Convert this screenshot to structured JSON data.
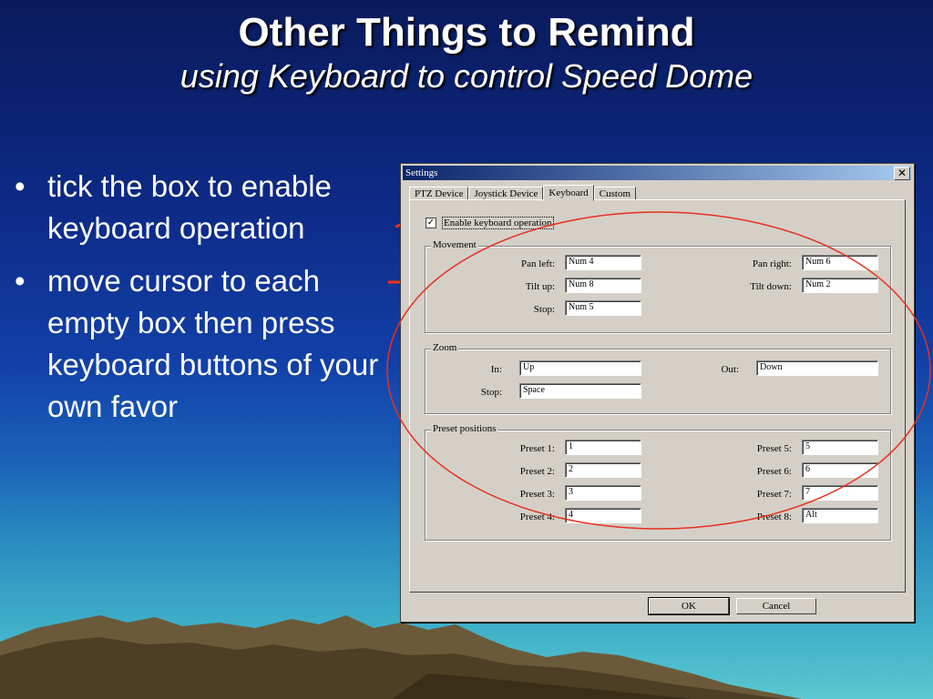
{
  "slide": {
    "title": "Other Things to Remind",
    "subtitle": "using Keyboard to control Speed Dome",
    "bullets": [
      "tick the box to enable keyboard operation",
      "move cursor to each empty box then press keyboard buttons of your own favor"
    ]
  },
  "dialog": {
    "title": "Settings",
    "close_glyph": "✕",
    "tabs": [
      "PTZ Device",
      "Joystick Device",
      "Keyboard",
      "Custom"
    ],
    "active_tab": "Keyboard",
    "enable_label": "Enable keyboard operation",
    "enable_checked": true,
    "check_glyph": "✓",
    "movement": {
      "title": "Movement",
      "pan_left_label": "Pan left:",
      "pan_left": "Num 4",
      "pan_right_label": "Pan right:",
      "pan_right": "Num 6",
      "tilt_up_label": "Tilt up:",
      "tilt_up": "Num 8",
      "tilt_down_label": "Tilt down:",
      "tilt_down": "Num 2",
      "stop_label": "Stop:",
      "stop": "Num 5"
    },
    "zoom": {
      "title": "Zoom",
      "in_label": "In:",
      "in": "Up",
      "out_label": "Out:",
      "out": "Down",
      "stop_label": "Stop:",
      "stop": "Space"
    },
    "presets": {
      "title": "Preset positions",
      "items": [
        {
          "label": "Preset 1:",
          "value": "1"
        },
        {
          "label": "Preset 2:",
          "value": "2"
        },
        {
          "label": "Preset 3:",
          "value": "3"
        },
        {
          "label": "Preset 4:",
          "value": "4"
        },
        {
          "label": "Preset 5:",
          "value": "5"
        },
        {
          "label": "Preset 6:",
          "value": "6"
        },
        {
          "label": "Preset 7:",
          "value": "7"
        },
        {
          "label": "Preset 8:",
          "value": "Alt"
        }
      ]
    },
    "ok_label": "OK",
    "cancel_label": "Cancel"
  },
  "colors": {
    "arrow": "#ff3010",
    "highlight_ellipse": "#e83020",
    "title_text": "#ffffff"
  }
}
